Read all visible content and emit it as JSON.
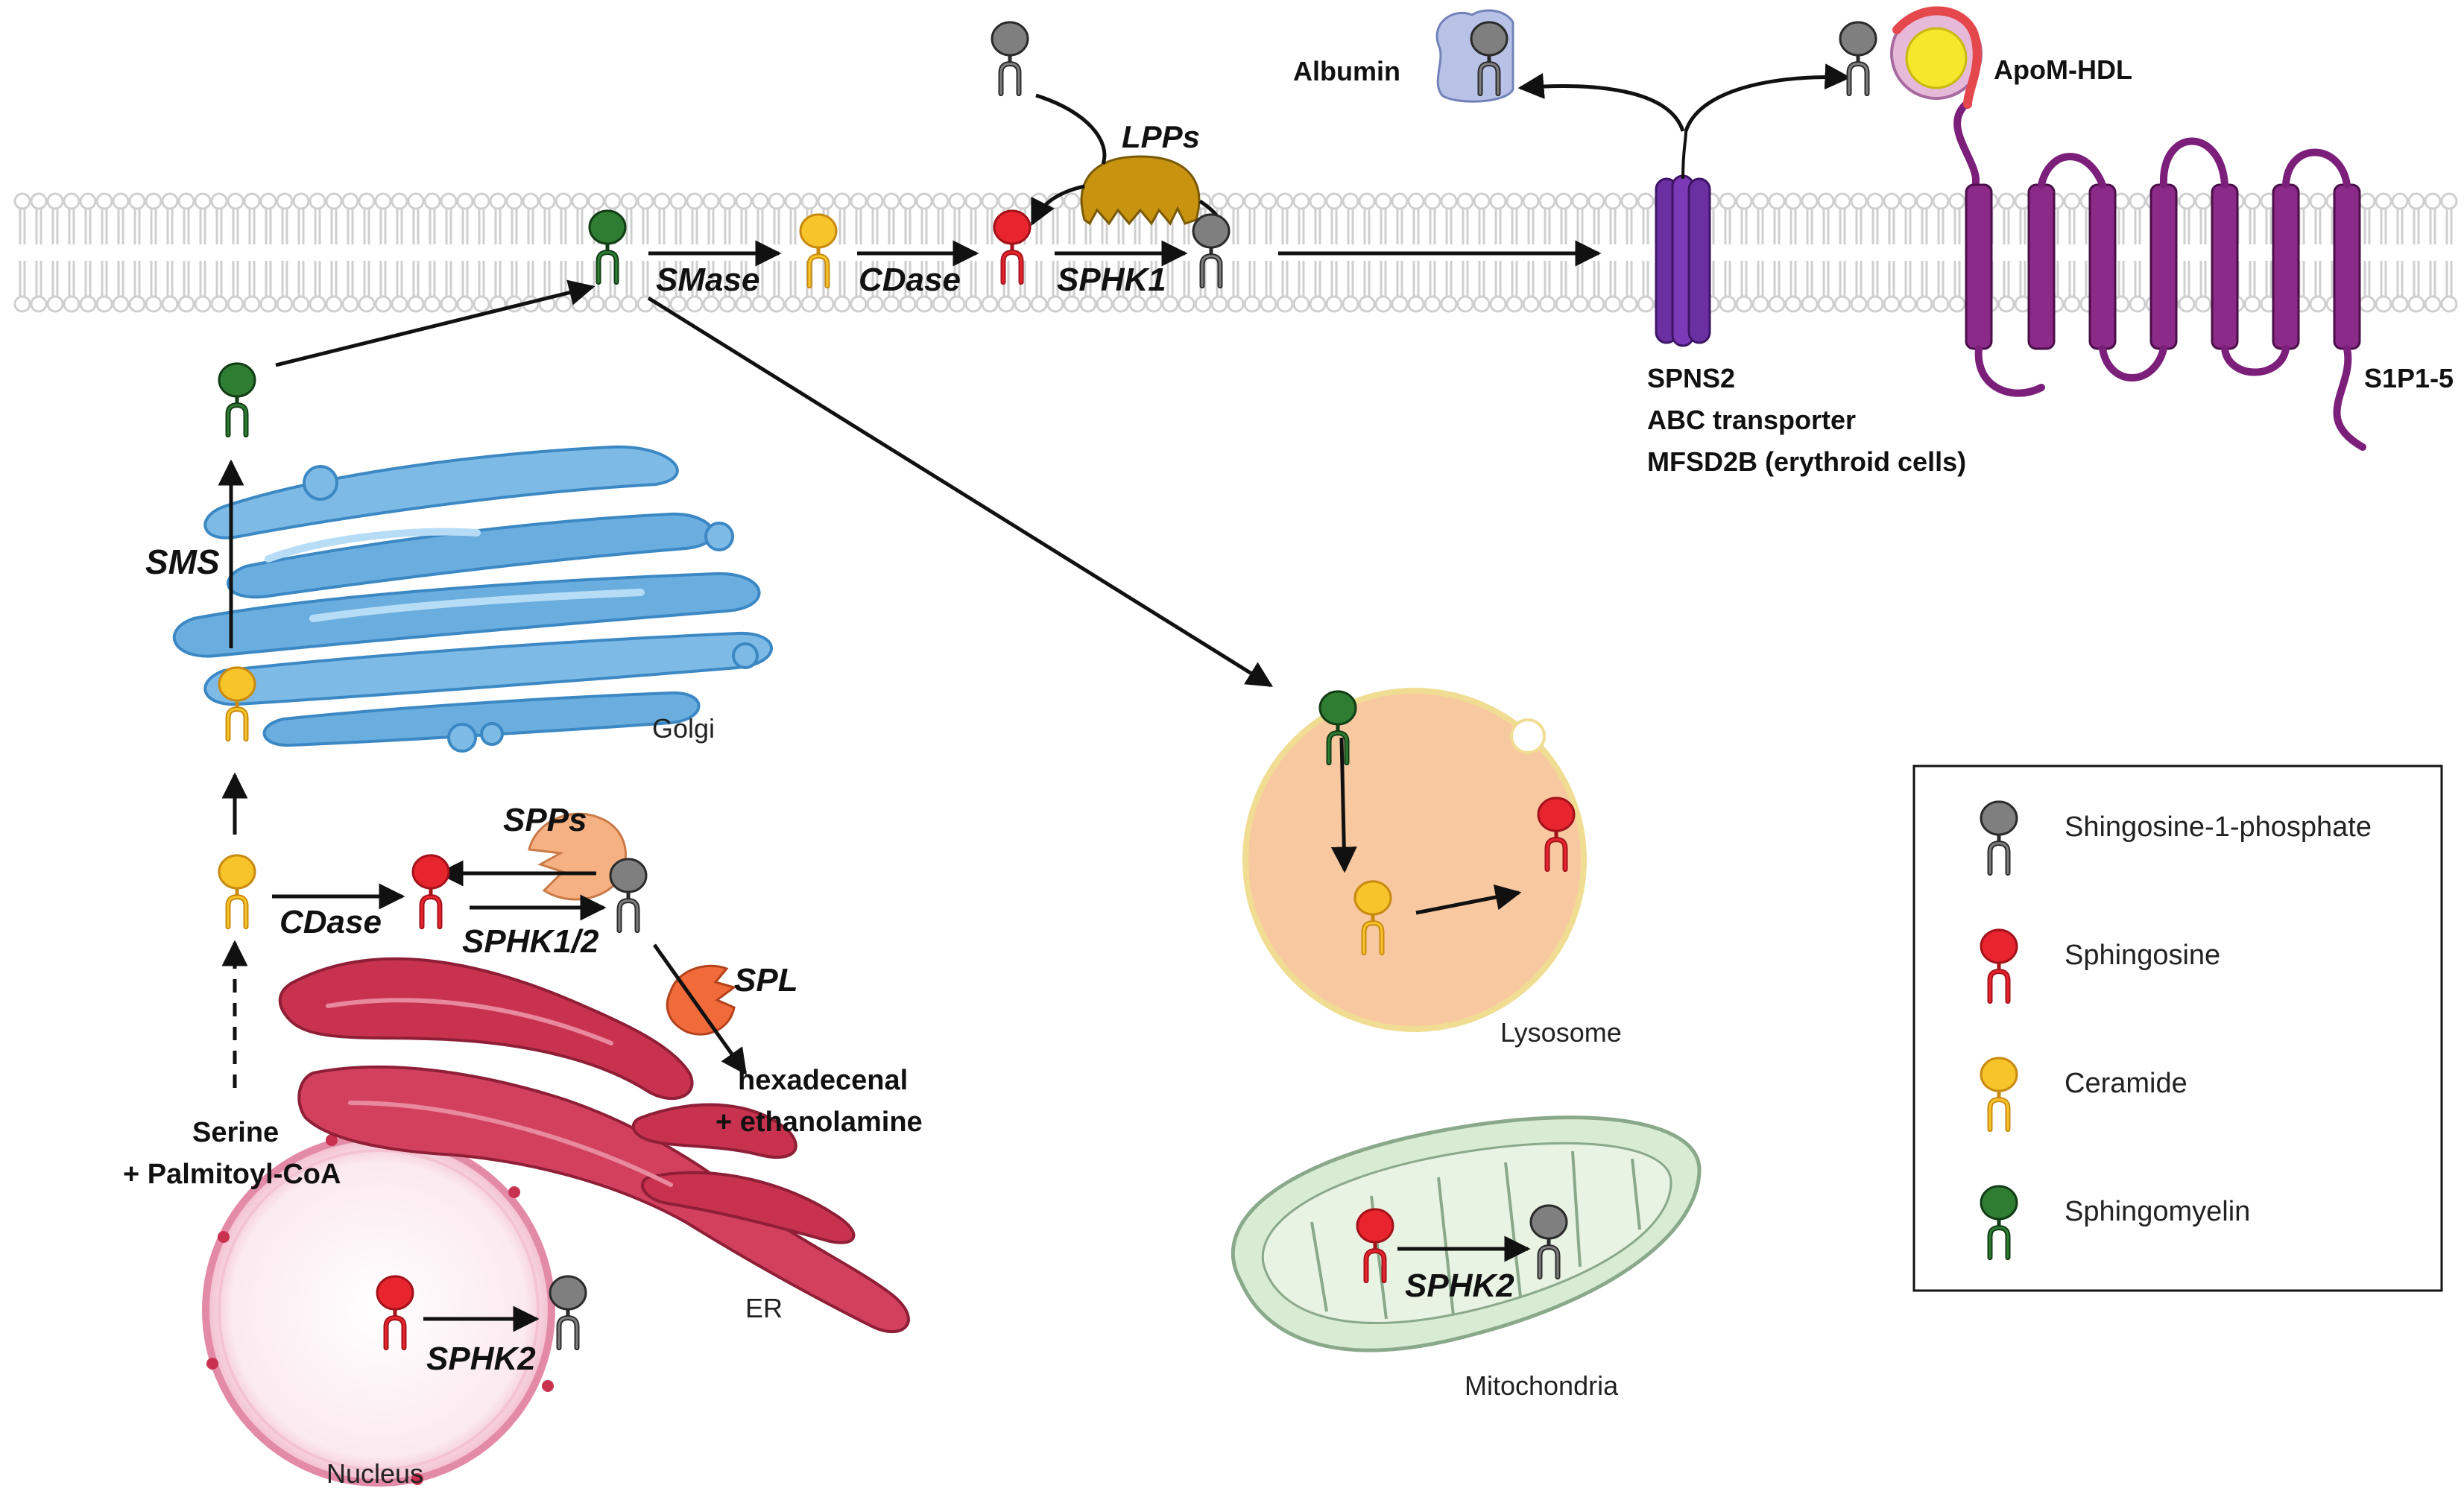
{
  "labels": {
    "albumin": "Albumin",
    "apom_hdl": "ApoM-HDL",
    "lpps": "LPPs",
    "smase": "SMase",
    "cdase_top": "CDase",
    "sphk1": "SPHK1",
    "spns2": "SPNS2",
    "abc": "ABC transporter",
    "mfsd2b": "MFSD2B (erythroid cells)",
    "s1p_receptor": "S1P1-5",
    "sms": "SMS",
    "golgi": "Golgi",
    "spps": "SPPs",
    "cdase_er": "CDase",
    "sphk12": "SPHK1/2",
    "spl": "SPL",
    "hexadecenal": "hexadecenal",
    "ethanolamine": "+ ethanolamine",
    "serine": "Serine",
    "palmitoyl": "+ Palmitoyl-CoA",
    "er": "ER",
    "sphk2_nucleus": "SPHK2",
    "nucleus": "Nucleus",
    "lysosome": "Lysosome",
    "sphk2_mito": "SPHK2",
    "mitochondria": "Mitochondria"
  },
  "legend": {
    "items": [
      {
        "label": "Shingosine-1-phosphate",
        "color": "#7f7f7f"
      },
      {
        "label": "Sphingosine",
        "color": "#e8242f"
      },
      {
        "label": "Ceramide",
        "color": "#f7c52a"
      },
      {
        "label": "Sphingomyelin",
        "color": "#2e7d32"
      }
    ]
  },
  "colors": {
    "s1p": "#7f7f7f",
    "sphingosine": "#e8242f",
    "ceramide": "#f7c52a",
    "sphingomyelin": "#2e7d32",
    "golgi": "#6aaee0",
    "er": "#c9324f",
    "lysosome": "#f8c8a0",
    "mitochondria": "#d8ebd3",
    "receptor": "#7c1f7a",
    "transporter": "#6a2fa0",
    "lpps": "#c8930f",
    "spps": "#f6b183",
    "spl": "#f06a3a",
    "membrane": "#cfcfcf"
  }
}
